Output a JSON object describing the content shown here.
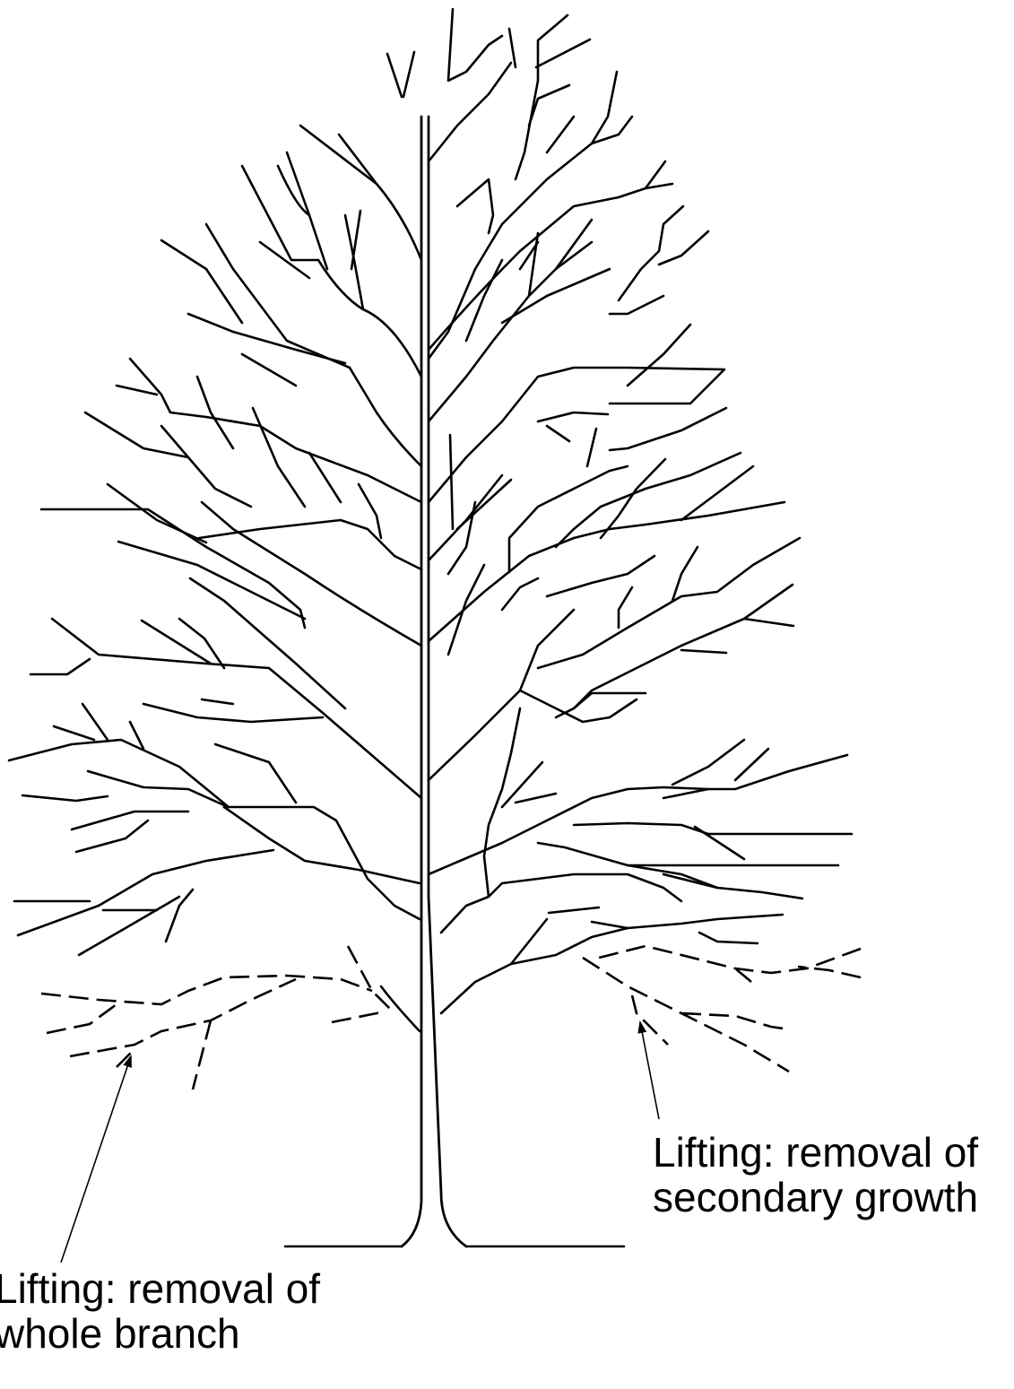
{
  "labels": {
    "secondary_growth": {
      "line1": "Lifting: removal of",
      "line2": "secondary growth"
    },
    "whole_branch": {
      "line1": "Lifting: removal of",
      "line2": "whole branch"
    }
  },
  "colors": {
    "ink": "#000000",
    "background": "#ffffff"
  }
}
